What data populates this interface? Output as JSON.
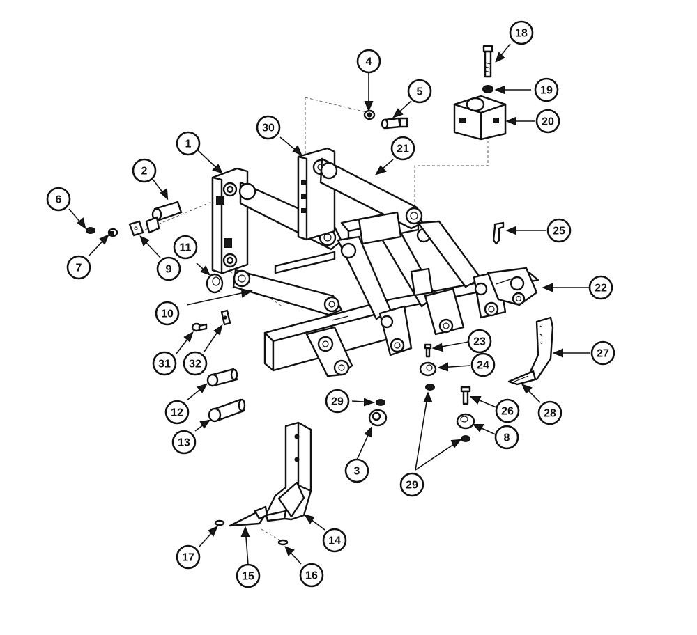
{
  "callouts": [
    {
      "id": "1",
      "label": "1"
    },
    {
      "id": "2",
      "label": "2"
    },
    {
      "id": "3",
      "label": "3"
    },
    {
      "id": "4",
      "label": "4"
    },
    {
      "id": "5",
      "label": "5"
    },
    {
      "id": "6",
      "label": "6"
    },
    {
      "id": "7",
      "label": "7"
    },
    {
      "id": "8",
      "label": "8"
    },
    {
      "id": "9",
      "label": "9"
    },
    {
      "id": "10",
      "label": "10"
    },
    {
      "id": "11",
      "label": "11"
    },
    {
      "id": "12",
      "label": "12"
    },
    {
      "id": "13",
      "label": "13"
    },
    {
      "id": "14",
      "label": "14"
    },
    {
      "id": "15",
      "label": "15"
    },
    {
      "id": "16",
      "label": "16"
    },
    {
      "id": "17",
      "label": "17"
    },
    {
      "id": "18",
      "label": "18"
    },
    {
      "id": "19",
      "label": "19"
    },
    {
      "id": "20",
      "label": "20"
    },
    {
      "id": "21",
      "label": "21"
    },
    {
      "id": "22",
      "label": "22"
    },
    {
      "id": "23",
      "label": "23"
    },
    {
      "id": "24",
      "label": "24"
    },
    {
      "id": "25",
      "label": "25"
    },
    {
      "id": "26",
      "label": "26"
    },
    {
      "id": "27",
      "label": "27"
    },
    {
      "id": "28",
      "label": "28"
    },
    {
      "id": "29a",
      "label": "29"
    },
    {
      "id": "29b",
      "label": "29"
    },
    {
      "id": "30",
      "label": "30"
    },
    {
      "id": "31",
      "label": "31"
    },
    {
      "id": "32",
      "label": "32"
    }
  ]
}
